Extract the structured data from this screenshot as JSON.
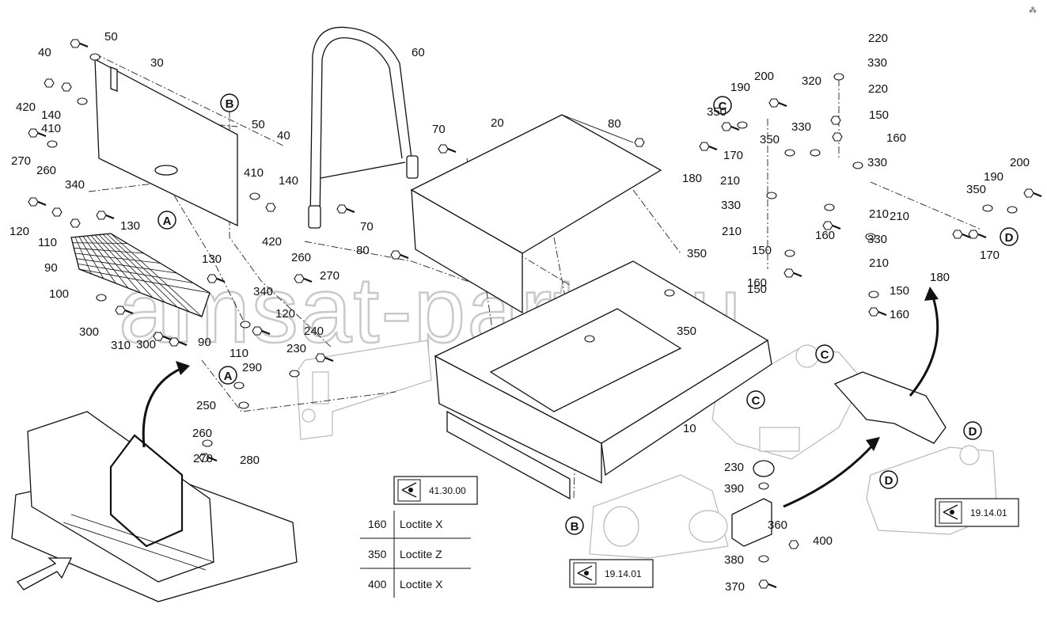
{
  "watermark": "amsat-parts.ru",
  "corner_glyph": "⁂",
  "part_labels": [
    "10",
    "20",
    "30",
    "40",
    "40",
    "50",
    "50",
    "60",
    "70",
    "70",
    "80",
    "80",
    "90",
    "90",
    "100",
    "110",
    "110",
    "120",
    "120",
    "130",
    "130",
    "140",
    "140",
    "150",
    "150",
    "150",
    "150",
    "160",
    "160",
    "160",
    "160",
    "170",
    "170",
    "180",
    "180",
    "190",
    "190",
    "200",
    "200",
    "210",
    "210",
    "210",
    "210",
    "210",
    "220",
    "220",
    "230",
    "230",
    "240",
    "250",
    "260",
    "260",
    "260",
    "270",
    "270",
    "270",
    "280",
    "290",
    "300",
    "300",
    "310",
    "320",
    "330",
    "330",
    "330",
    "330",
    "330",
    "340",
    "340",
    "350",
    "350",
    "350",
    "350",
    "350",
    "360",
    "370",
    "380",
    "390",
    "400",
    "410",
    "410",
    "420",
    "420"
  ],
  "callouts": {
    "A": "A",
    "B": "B",
    "C": "C",
    "D": "D"
  },
  "refs": [
    "41.30.00",
    "19.14.01",
    "19.14.01"
  ],
  "legend": [
    {
      "num": "160",
      "text": "Loctite X"
    },
    {
      "num": "350",
      "text": "Loctite Z"
    },
    {
      "num": "400",
      "text": "Loctite X"
    }
  ],
  "icons": [
    "eye-view-icon",
    "navigation-arrow-icon",
    "paver-overview-icon"
  ]
}
